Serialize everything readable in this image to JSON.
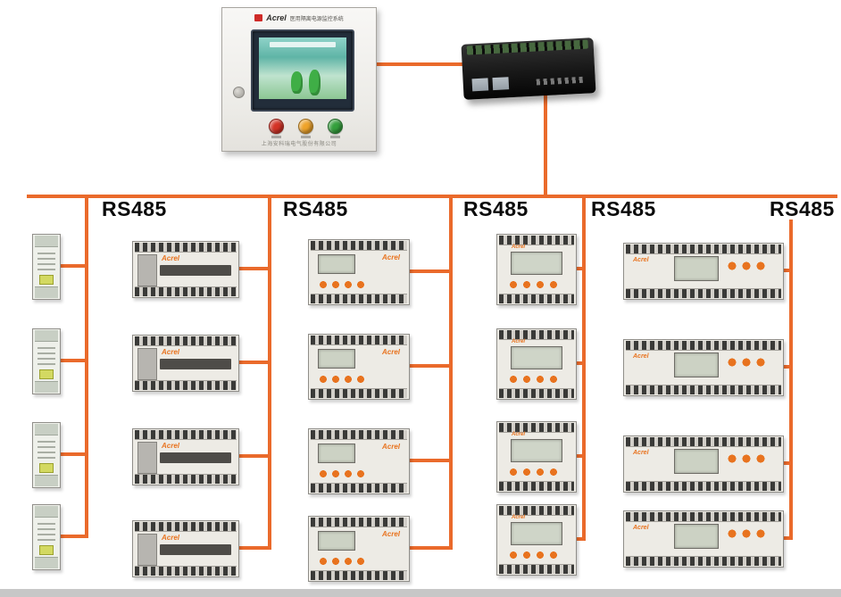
{
  "diagram": {
    "bus_labels": [
      "RS485",
      "RS485",
      "RS485",
      "RS485",
      "RS485"
    ],
    "wire_color": "#ea6a2b"
  },
  "panel": {
    "brand": "Acrel",
    "title": "医用隔离电源监控系统",
    "footer": "上海安科瑞电气股份有限公司"
  },
  "devices": {
    "brand_label": "Acrel"
  }
}
